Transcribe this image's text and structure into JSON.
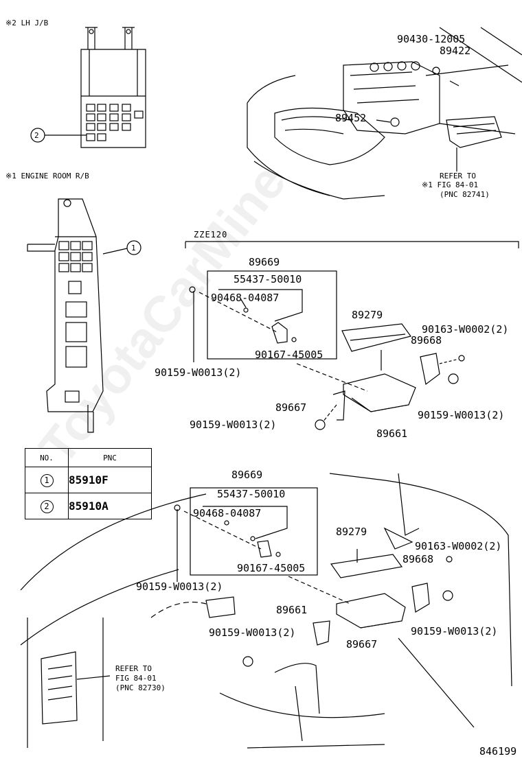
{
  "top_left": {
    "lh_jb_label": "※2 LH J/B",
    "engine_room_label": "※1 ENGINE ROOM R/B",
    "callout_2": "2",
    "callout_1": "1"
  },
  "top_right": {
    "parts": [
      "90430-12005",
      "89422",
      "89452"
    ],
    "refer_note": [
      "REFER TO",
      "※1 FIG 84-01",
      "(PNC 82741)"
    ]
  },
  "middle": {
    "variant": "ZZE120",
    "parts": {
      "p89669": "89669",
      "p55437": "55437-50010",
      "p90468": "90468-04087",
      "p90167": "90167-45005",
      "p90159a": "90159-W0013(2)",
      "p89279": "89279",
      "p90163": "90163-W0002(2)",
      "p89668": "89668",
      "p89667": "89667",
      "p90159b": "90159-W0013(2)",
      "p90159c": "90159-W0013(2)",
      "p89661": "89661"
    }
  },
  "legend": {
    "header_no": "NO.",
    "header_pnc": "PNC",
    "rows": [
      {
        "no": "1",
        "pnc": "85910F"
      },
      {
        "no": "2",
        "pnc": "85910A"
      }
    ]
  },
  "bottom": {
    "parts": {
      "p89669": "89669",
      "p55437": "55437-50010",
      "p90468": "90468-04087",
      "p90167": "90167-45005",
      "p90159a": "90159-W0013(2)",
      "p89279": "89279",
      "p90163": "90163-W0002(2)",
      "p89668": "89668",
      "p89661": "89661",
      "p90159b": "90159-W0013(2)",
      "p90159c": "90159-W0013(2)",
      "p89667": "89667"
    },
    "refer_note": [
      "REFER TO",
      "FIG 84-01",
      "(PNC 82730)"
    ]
  },
  "figure_number": "846199",
  "watermark": "ToyotaCarMine"
}
